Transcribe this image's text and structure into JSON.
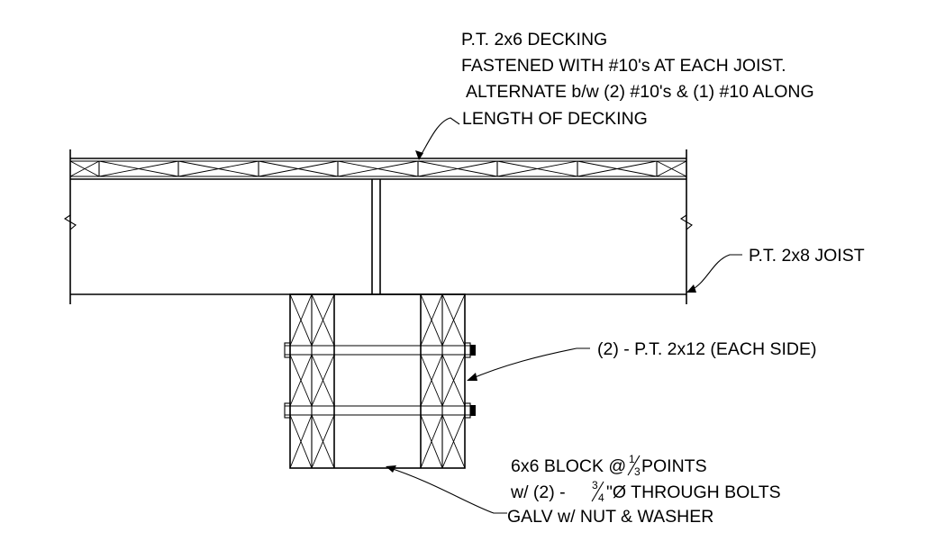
{
  "labels": {
    "decking_line1": "P.T. 2x6 DECKING",
    "decking_line2": "FASTENED WITH #10's AT EACH JOIST.",
    "decking_line3": "ALTERNATE b/w (2) #10's & (1) #10 ALONG",
    "decking_line4": "LENGTH OF DECKING",
    "joist": "P.T. 2x8 JOIST",
    "side_boards": "(2) - P.T. 2x12 (EACH SIDE)",
    "block_line1_a": "6x6 BLOCK @ ",
    "block_line1_frac_num": "1",
    "block_line1_frac_den": "3",
    "block_line1_b": " POINTS",
    "block_line2_a": "w/ (2) - ",
    "block_line2_frac_num": "3",
    "block_line2_frac_den": "4",
    "block_line2_b": "\"Ø THROUGH BOLTS",
    "block_line3": "GALV w/ NUT & WASHER"
  }
}
